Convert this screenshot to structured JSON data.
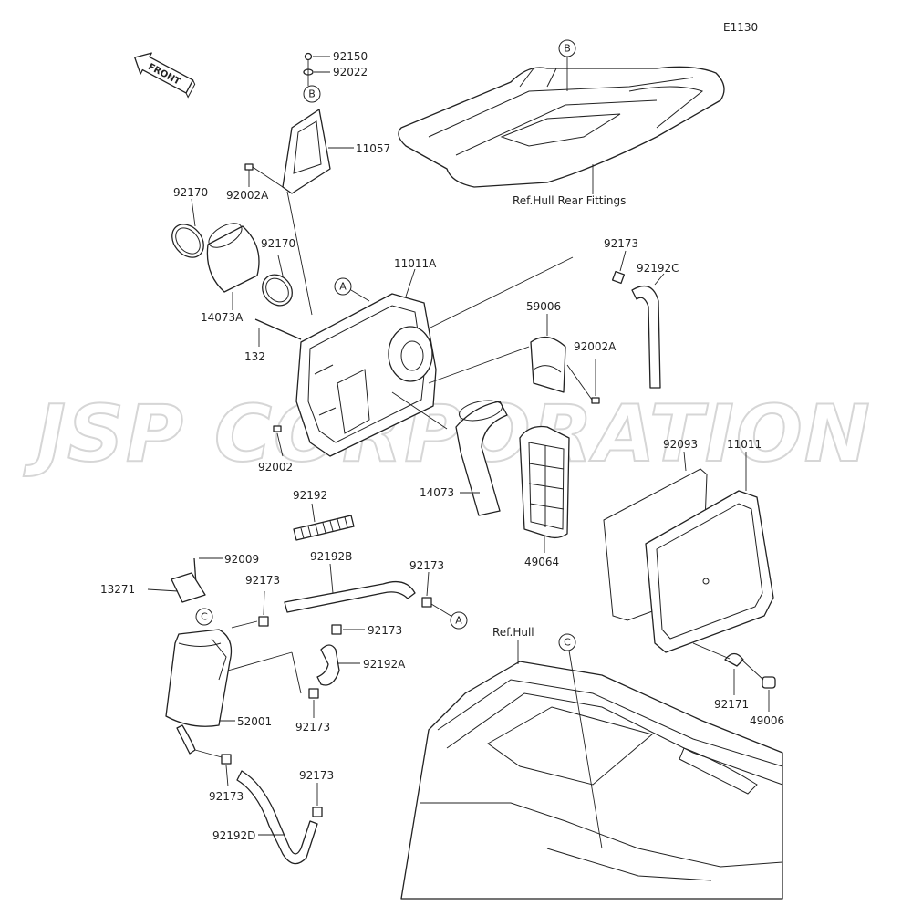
{
  "diagram_code": "E1130",
  "watermark": "JSP CORPORATION",
  "front_arrow_label": "FRONT",
  "ref_labels": {
    "hull_rear_fittings": "Ref.Hull Rear Fittings",
    "hull": "Ref.Hull"
  },
  "callouts": {
    "a": "A",
    "b": "B",
    "c": "C"
  },
  "part_numbers": {
    "p92150": "92150",
    "p92022": "92022",
    "p11057": "11057",
    "p92002a_top": "92002A",
    "p92170_left": "92170",
    "p92170_right": "92170",
    "p14073a": "14073A",
    "p132": "132",
    "p11011a": "11011A",
    "p92173_top": "92173",
    "p92192c": "92192C",
    "p59006": "59006",
    "p92002a_mid": "92002A",
    "p92002": "92002",
    "p14073": "14073",
    "p92093": "92093",
    "p11011": "11011",
    "p49064": "49064",
    "p92192": "92192",
    "p92192b": "92192B",
    "p92009": "92009",
    "p13271": "13271",
    "p92173_a": "92173",
    "p92173_b": "92173",
    "p92173_c": "92173",
    "p92192a": "92192A",
    "p52001": "52001",
    "p92173_d": "92173",
    "p92173_e": "92173",
    "p92173_f": "92173",
    "p92192d": "92192D",
    "p92171": "92171",
    "p49006": "49006"
  },
  "colors": {
    "line": "#222222",
    "watermark": "#d6d6d6",
    "background": "#ffffff"
  }
}
